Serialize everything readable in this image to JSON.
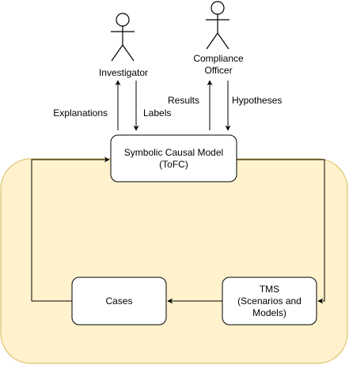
{
  "actors": {
    "investigator": "Investigator",
    "compliance_line1": "Compliance",
    "compliance_line2": "Officer"
  },
  "edges": {
    "explanations": "Explanations",
    "labels": "Labels",
    "results": "Results",
    "hypotheses": "Hypotheses"
  },
  "nodes": {
    "scm": "Symbolic Causal Model\n(ToFC)",
    "tms": "TMS\n(Scenarios and\nModels)",
    "cases": "Cases"
  },
  "colors": {
    "region_fill": "#fff2cc",
    "region_stroke": "#d6b656",
    "stroke": "#000000",
    "box_fill": "#ffffff"
  }
}
